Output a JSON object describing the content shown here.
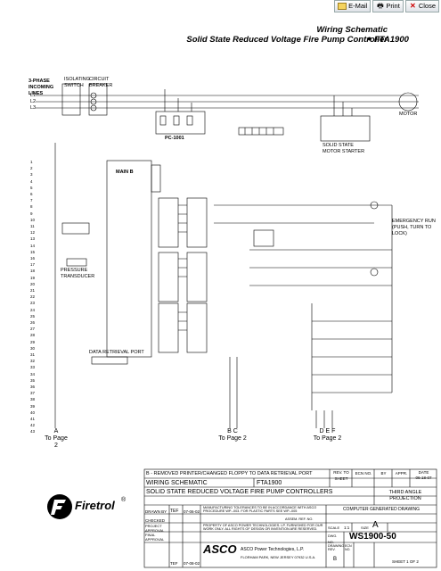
{
  "toolbar": {
    "email": "E-Mail",
    "print": "Print",
    "close": "Close"
  },
  "header": {
    "title": "Wiring Schematic",
    "subtitle": "Solid State Reduced Voltage Fire Pump Controller",
    "model": "FTA1900"
  },
  "diagram": {
    "lines_label": "3-PHASE INCOMING LINES",
    "lines": [
      "L1",
      "L2",
      "L3"
    ],
    "isolating_switch": "ISOLATING SWITCH",
    "circuit_breaker": "CIRCUIT BREAKER",
    "main_board": "MAIN B",
    "pc_board": "PC-1001",
    "solid_state_starter": "SOLID STATE MOTOR STARTER",
    "motor": "MOTOR",
    "pressure_transducer": "PRESSURE TRANSDUCER",
    "data_port": "DATA RETRIEVAL PORT",
    "emergency_run": "EMERGENCY RUN (PUSH, TURN TO LOCK)",
    "row_numbers": [
      "1",
      "2",
      "3",
      "4",
      "5",
      "6",
      "7",
      "8",
      "9",
      "10",
      "11",
      "12",
      "13",
      "14",
      "15",
      "16",
      "17",
      "18",
      "19",
      "20",
      "21",
      "22",
      "23",
      "24",
      "25",
      "26",
      "27",
      "28",
      "29",
      "30",
      "31",
      "32",
      "33",
      "34",
      "35",
      "36",
      "37",
      "38",
      "39",
      "40",
      "41",
      "42",
      "43"
    ]
  },
  "connectors": {
    "a": {
      "letter": "A",
      "label": "To Page 2"
    },
    "bc": {
      "letter": "B  C",
      "label": "To Page 2"
    },
    "def": {
      "letter": "D  E  F",
      "label": "To Page 2"
    }
  },
  "title_block": {
    "revision": "B - REMOVED PRINTER/CHANGED FLOPPY TO DATA RETRIEVAL PORT",
    "rev_to_sheet": "REV. TO SHEET",
    "ecn_no": "ECN NO.",
    "by": "BY",
    "appr": "APPR.",
    "date_label": "DATE",
    "rev_date": "06-18-07",
    "doc_type": "WIRING SCHEMATIC",
    "doc_model": "FTA1900",
    "doc_desc": "SOLID STATE REDUCED VOLTAGE FIRE PUMP CONTROLLERS",
    "projection": "THIRD ANGLE PROJECTION",
    "drawn_by_label": "DRAWN BY",
    "drawn_by": "TEF",
    "drawn_date": "07-06-02",
    "checked": "CHECKED",
    "project_approval": "PROJECT APPROVAL",
    "final_approval": "FINAL APPROVAL",
    "final_by": "TEF",
    "final_date": "07-08-02",
    "tolerances": "MANUFACTURING TOLERANCES TO BE IN ACCORDANCE WITH ASCO PROCEDURE WP--003. FOR PLASTIC PARTS SEE WP--005",
    "assem_ref": "ASSEM. REF. NO.",
    "property": "PROPERTY OF ASCO POWER TECHNOLOGIES. LP. FURNISHED FOR OUR WORK ONLY. ALL RIGHTS OF DESIGN OR INVENTION ARE RESERVED.",
    "company": "ASCO Power Technologies, L.P.",
    "address": "FLORHAM PARK, NEW JERSEY 07932 U.S.A.",
    "asco": "ASCO",
    "computer_generated": "COMPUTER GENERATED DRAWING",
    "scale_label": "SCALE",
    "scale": "1:1",
    "size_label": "SIZE",
    "size": "A",
    "dwg_no_label": "DWG. NO.",
    "dwg_no": "WS1900-50",
    "drawing_rev_label": "DRAWING REV.",
    "drawing_rev": "B",
    "ecn_label": "ECN NO.",
    "sheet": "SHEET 1 OF 2"
  },
  "logo": {
    "brand": "Firetrol",
    "mark": "®"
  }
}
